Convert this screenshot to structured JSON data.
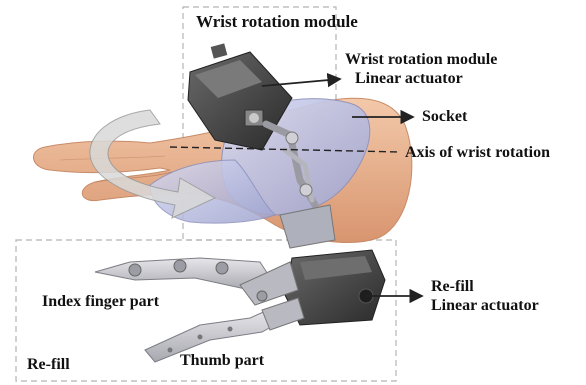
{
  "labels": {
    "wrist_rotation_module": "Wrist rotation module",
    "wrist_module_actuator": [
      "Wrist rotation module",
      "Linear actuator"
    ],
    "socket": "Socket",
    "axis": "Axis of wrist rotation",
    "refill_actuator": [
      "Re-fill",
      "Linear actuator"
    ],
    "index_finger_part": "Index finger part",
    "thumb_part": "Thumb part",
    "refill": "Re-fill"
  },
  "colors": {
    "skin": "#e9b08d",
    "socket": "#b9bddf",
    "actuator": "#3d3d3d",
    "metal": "#c7c7cc",
    "dashed_box": "#b3b3b3",
    "label": "#111111"
  }
}
